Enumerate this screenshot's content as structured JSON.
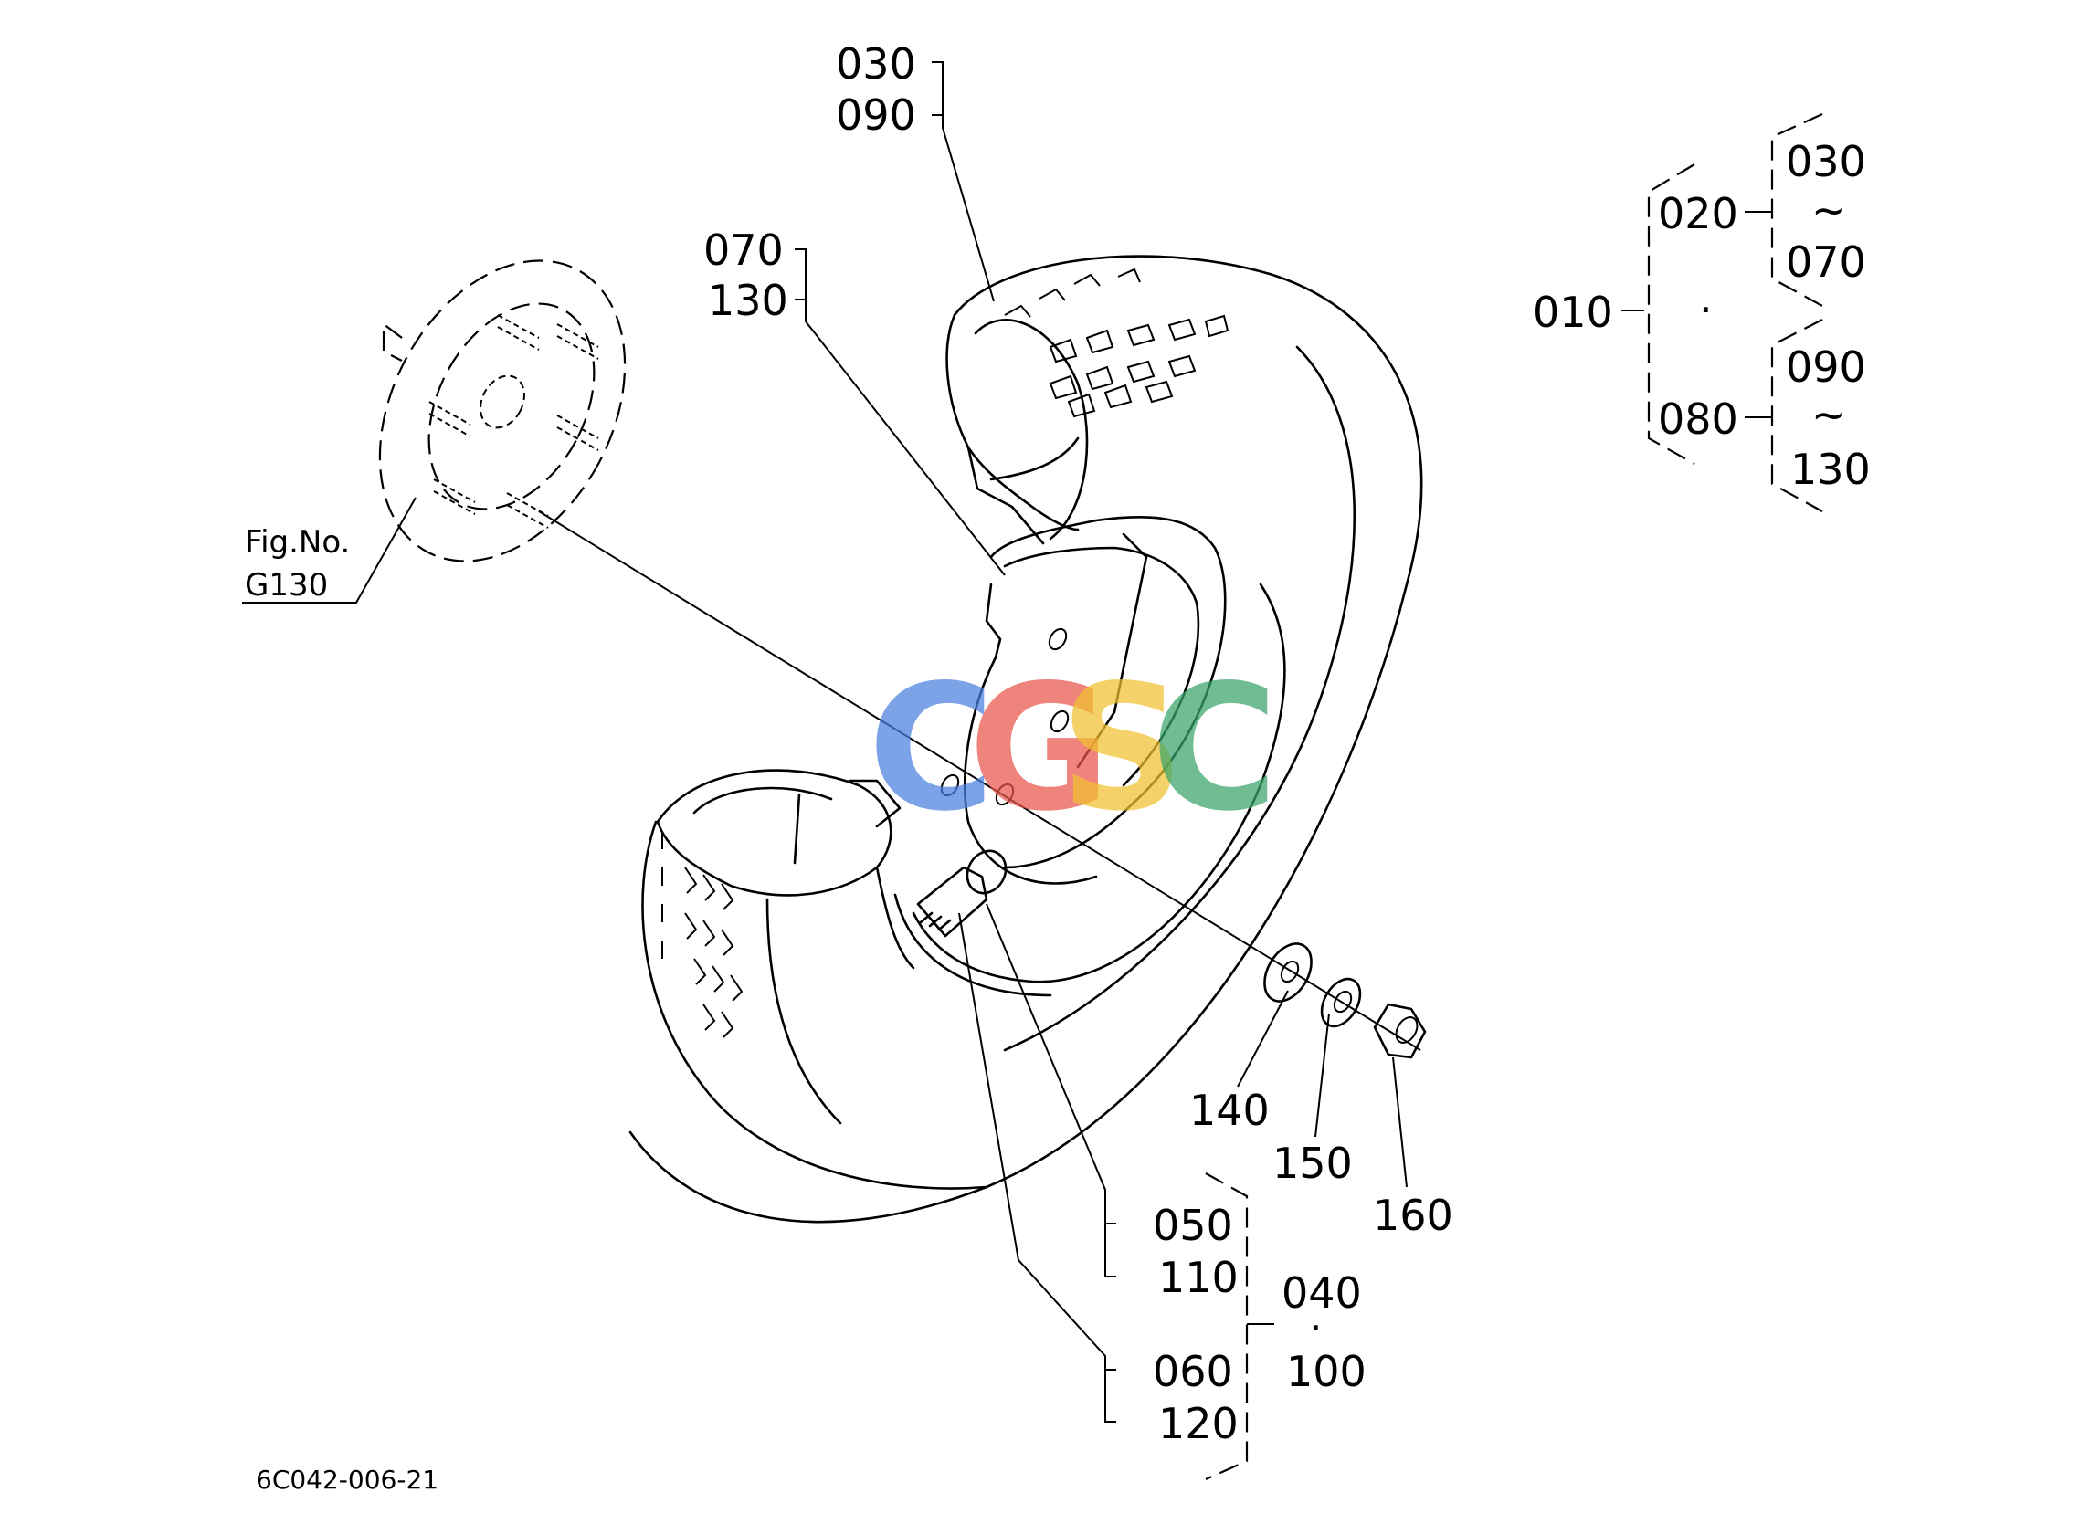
{
  "parts": {
    "p030_top": "030",
    "p090_top": "090",
    "p070_left": "070",
    "p130_left": "130",
    "p010": "010",
    "p020": "020",
    "p080": "080",
    "range1_start": "030",
    "range1_sep": "~",
    "range1_end": "070",
    "range2_start": "090",
    "range2_sep": "~",
    "range2_end": "130",
    "assembly_dot": "·",
    "p140": "140",
    "p150": "150",
    "p160": "160",
    "p050": "050",
    "p110": "110",
    "p060": "060",
    "p120": "120",
    "p040": "040",
    "p040_dot": "·",
    "p100": "100"
  },
  "reference": {
    "fig_label": "Fig.No.",
    "fig_number": "G130"
  },
  "drawing_code": "6C042-006-21",
  "watermark": {
    "letters": [
      "C",
      "G",
      "S",
      "C"
    ],
    "colors": [
      "#4a7fe0",
      "#e8554a",
      "#f2c230",
      "#3aa56a"
    ]
  }
}
